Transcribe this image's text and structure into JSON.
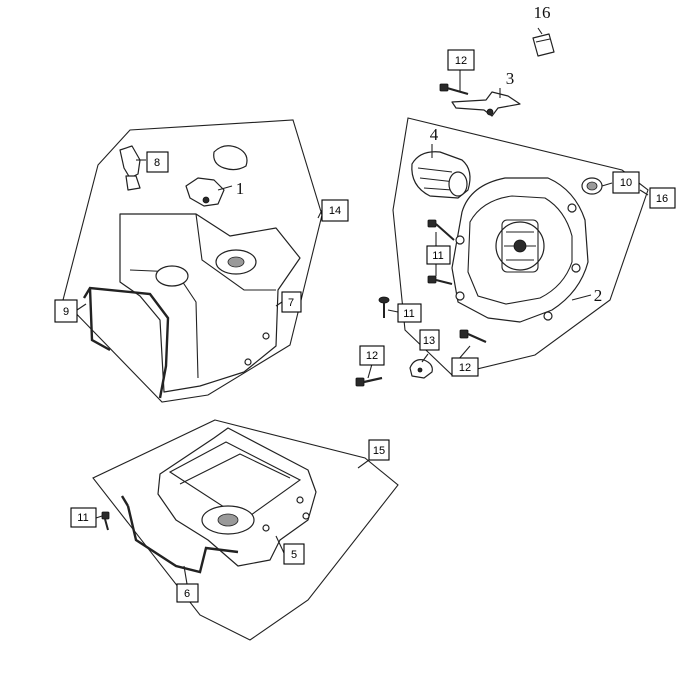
{
  "callouts": {
    "c1": "1",
    "c2": "2",
    "c3": "3",
    "c4": "4",
    "c5": "5",
    "c6": "6",
    "c7": "7",
    "c8": "8",
    "c9": "9",
    "c10": "10",
    "c11a": "11",
    "c11b": "11",
    "c11c": "11",
    "c12a": "12",
    "c12b": "12",
    "c12c": "12",
    "c13": "13",
    "c14": "14",
    "c15": "15",
    "c16a": "16",
    "c16b": "16"
  }
}
